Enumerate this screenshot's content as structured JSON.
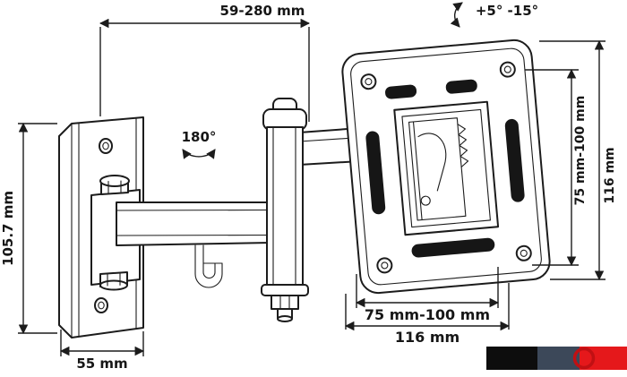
{
  "diagram": {
    "labels": {
      "extension_range": "59-280 mm",
      "tilt_range": "+5° -15°",
      "swivel_range": "180°",
      "wall_plate_height": "105.7 mm",
      "wall_plate_width": "55 mm",
      "vesa_height_range": "75 mm-100 mm",
      "plate_height": "116 mm",
      "vesa_width_range": "75 mm-100 mm",
      "plate_width": "116 mm"
    },
    "colors": {
      "line": "#1c1c1c",
      "swatch_black": "#0d0d0d",
      "swatch_slate": "#3c4859",
      "swatch_red": "#e5181b",
      "swatch_ring": "#c01013"
    }
  }
}
